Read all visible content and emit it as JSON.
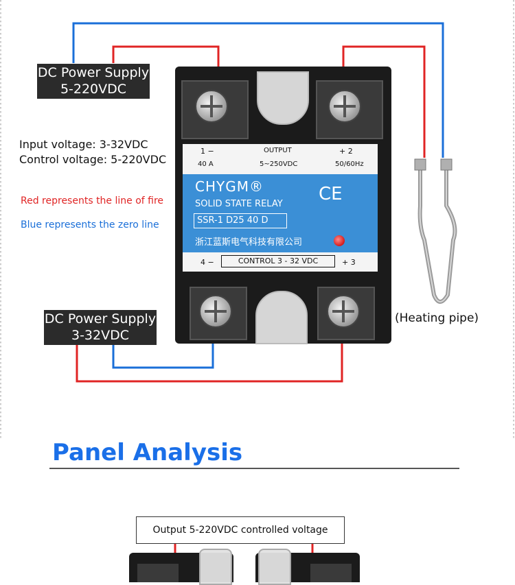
{
  "top_diagram": {
    "power_supply_output_line1": "DC Power Supply",
    "power_supply_output_line2": "5-220VDC",
    "power_supply_input_line1": "DC Power Supply",
    "power_supply_input_line2": "3-32VDC",
    "input_voltage": "Input voltage: 3-32VDC",
    "control_voltage": "Control voltage: 5-220VDC",
    "red_note": "Red represents the line of fire",
    "blue_note": "Blue represents the zero line",
    "heating_pipe": "(Heating pipe)"
  },
  "relay_label": {
    "terminal_1": "1 −",
    "output": "OUTPUT",
    "terminal_2": "+ 2",
    "current": "40 A",
    "output_range": "5~250VDC",
    "frequency": "50/60Hz",
    "brand": "CHYGM®",
    "type": "SOLID STATE RELAY",
    "model": "SSR-1  D25  40 D",
    "maker_cn": "浙江蓝斯电气科技有限公司",
    "ce_mark": "CE",
    "terminal_4": "4 −",
    "control": "CONTROL  3 - 32  VDC",
    "terminal_3": "+ 3"
  },
  "panel_section": {
    "title": "Panel Analysis",
    "output_box": "Output 5-220VDC controlled voltage"
  },
  "colors": {
    "live_wire": "#e02424",
    "neutral_wire": "#1a6fd8",
    "label_blue": "#3b8fd6",
    "title_blue": "#1a6fe8"
  }
}
